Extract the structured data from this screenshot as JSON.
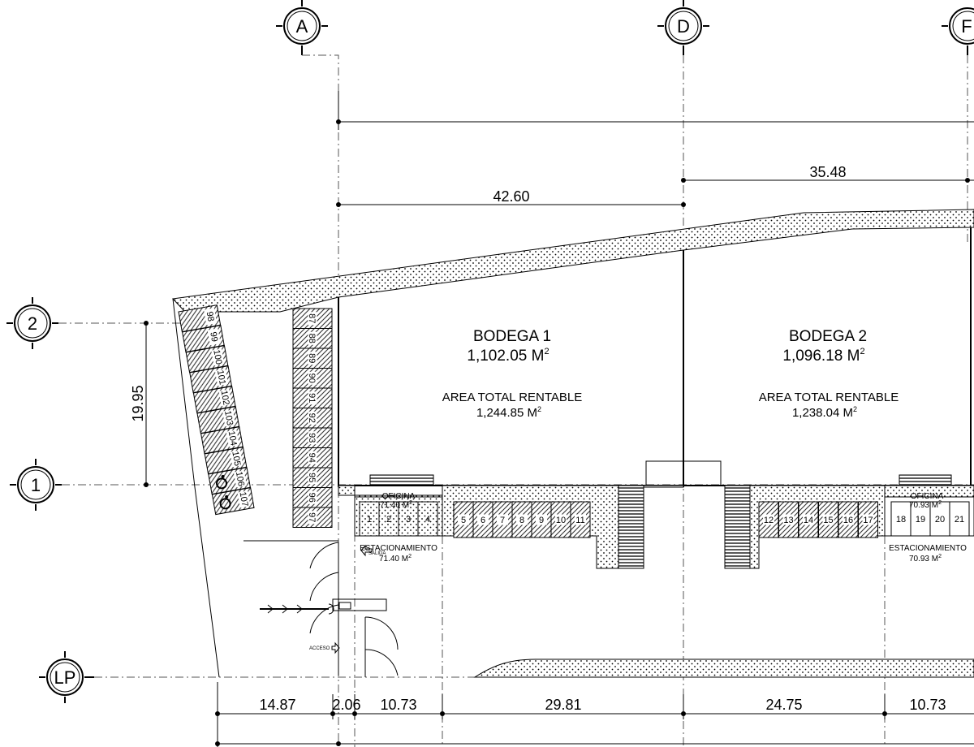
{
  "grid_bubbles": {
    "A": "A",
    "D": "D",
    "F": "F",
    "row_2": "2",
    "row_1": "1",
    "row_LP": "LP"
  },
  "dimensions": {
    "top_overall": "35.48",
    "top_left": "42.60",
    "vertical": "19.95",
    "bottom": [
      "14.87",
      "2.06",
      "10.73",
      "29.81",
      "24.75",
      "10.73"
    ]
  },
  "bodega_1": {
    "name": "BODEGA 1",
    "area": "1,102.05 M",
    "area_sup": "2",
    "rent_label": "AREA TOTAL RENTABLE",
    "rent_area": "1,244.85 M",
    "rent_sup": "2"
  },
  "bodega_2": {
    "name": "BODEGA 2",
    "area": "1,096.18 M",
    "area_sup": "2",
    "rent_label": "AREA TOTAL RENTABLE",
    "rent_area": "1,238.04 M",
    "rent_sup": "2"
  },
  "office_1": {
    "label": "OFICINA",
    "area": "71.40 M",
    "area_sup": "2",
    "parking_label": "ESTACIONAMIENTO",
    "parking_area": "71.40 M",
    "parking_sup": "2"
  },
  "office_2": {
    "label": "OFICINA",
    "area": "70.93 M",
    "area_sup": "2",
    "parking_label": "ESTACIONAMIENTO",
    "parking_area": "70.93 M",
    "parking_sup": "2"
  },
  "signs": {
    "exit": "SALIDA",
    "entry": "ACCESO"
  },
  "parking_stalls": {
    "office_1": [
      "1",
      "2",
      "3",
      "4"
    ],
    "front_1": [
      "5",
      "6",
      "7",
      "8",
      "9",
      "10",
      "11"
    ],
    "front_2": [
      "12",
      "13",
      "14",
      "15",
      "16",
      "17"
    ],
    "office_2": [
      "18",
      "19",
      "20",
      "21"
    ],
    "column_right": [
      "87",
      "88",
      "89",
      "90",
      "91",
      "92",
      "93",
      "94",
      "95",
      "96",
      "97"
    ],
    "column_left": [
      "98",
      "99",
      "100",
      "101",
      "102",
      "103",
      "104",
      "105",
      "106",
      "107"
    ]
  },
  "accessible_icon": "wheelchair-icon",
  "colors": {
    "line": "#000000",
    "background": "#ffffff",
    "grid_line": "#555555"
  }
}
